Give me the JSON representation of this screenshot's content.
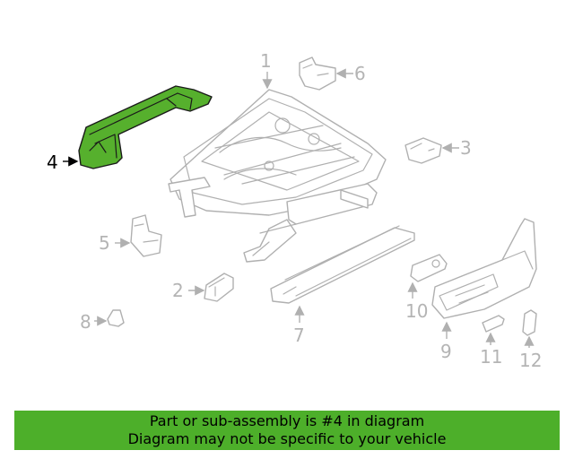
{
  "highlight_color": "#4daf2a",
  "callouts": {
    "c1": "1",
    "c2": "2",
    "c3": "3",
    "c4": "4",
    "c5": "5",
    "c6": "6",
    "c7": "7",
    "c8": "8",
    "c9": "9",
    "c10": "10",
    "c11": "11",
    "c12": "12"
  },
  "highlighted_callout": "4",
  "banner": {
    "line1": "Part or sub-assembly is #4 in diagram",
    "line2": "Diagram may not be specific to your vehicle"
  }
}
